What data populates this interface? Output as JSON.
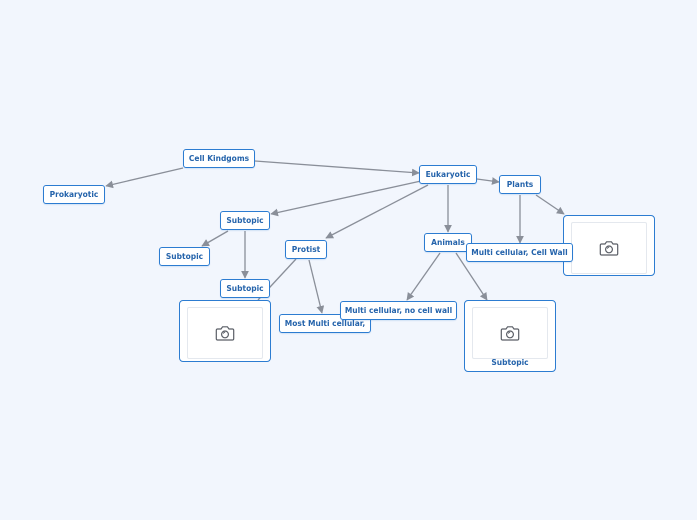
{
  "mindmap": {
    "nodes": [
      {
        "id": "cell-kingdoms",
        "label": "Cell Kindgoms"
      },
      {
        "id": "prokaryotic",
        "label": "Prokaryotic"
      },
      {
        "id": "eukaryotic",
        "label": "Eukaryotic"
      },
      {
        "id": "plants",
        "label": "Plants"
      },
      {
        "id": "subtopic-a",
        "label": "Subtopic"
      },
      {
        "id": "subtopic-b",
        "label": "Subtopic"
      },
      {
        "id": "subtopic-c",
        "label": "Subtopic"
      },
      {
        "id": "protist",
        "label": "Protist"
      },
      {
        "id": "animals",
        "label": "Animals"
      },
      {
        "id": "multicellular-cell-wall",
        "label": "Multi cellular, Cell Wall"
      },
      {
        "id": "most-multicellular",
        "label": "Most Multi cellular,"
      },
      {
        "id": "multicellular-no-cell-wall",
        "label": "Multi cellular, no cell wall"
      },
      {
        "id": "image-topic",
        "label": "Subtopic"
      }
    ],
    "image_placeholder_icon": "camera-icon",
    "edge_color": "#8a8f99",
    "node_border_color": "#2c7cd1",
    "node_text_color": "#2463ab",
    "background_color": "#f2f6fd"
  }
}
